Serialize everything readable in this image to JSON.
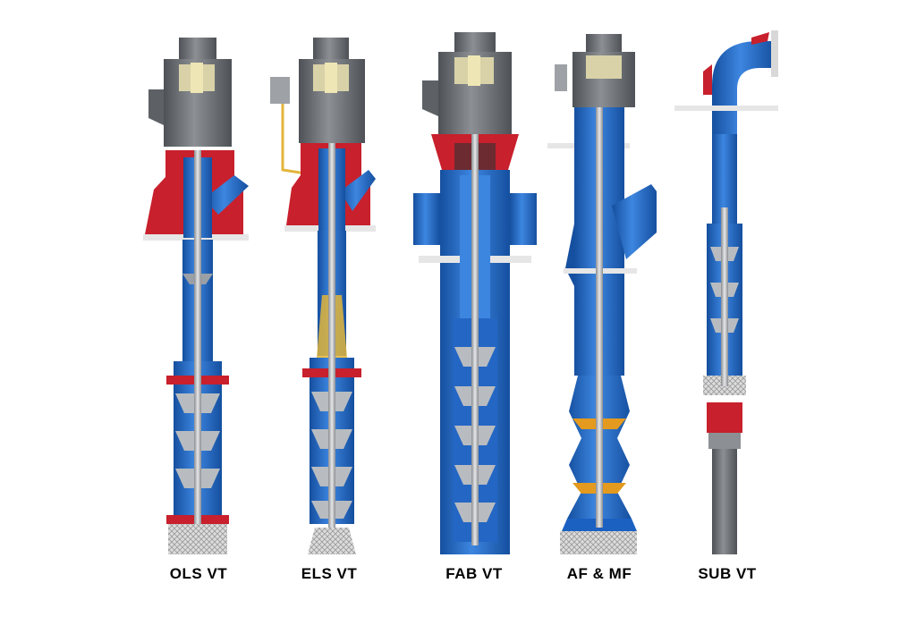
{
  "pumps": [
    {
      "id": "ols",
      "label": "OLS VT"
    },
    {
      "id": "els",
      "label": "ELS VT"
    },
    {
      "id": "fab",
      "label": "FAB VT"
    },
    {
      "id": "afmf",
      "label": "AF & MF"
    },
    {
      "id": "sub",
      "label": "SUB VT"
    }
  ],
  "colors": {
    "casing_blue": "#1b61c2",
    "casing_blue_light": "#3d86e0",
    "discharge_red": "#c8202c",
    "motor_gray": "#6e7276",
    "shaft_gray": "#b9bcc0",
    "bearing_yellow": "#e2b53b",
    "impeller_orange": "#e39a1e",
    "strainer_gray": "#d2d2d2"
  }
}
